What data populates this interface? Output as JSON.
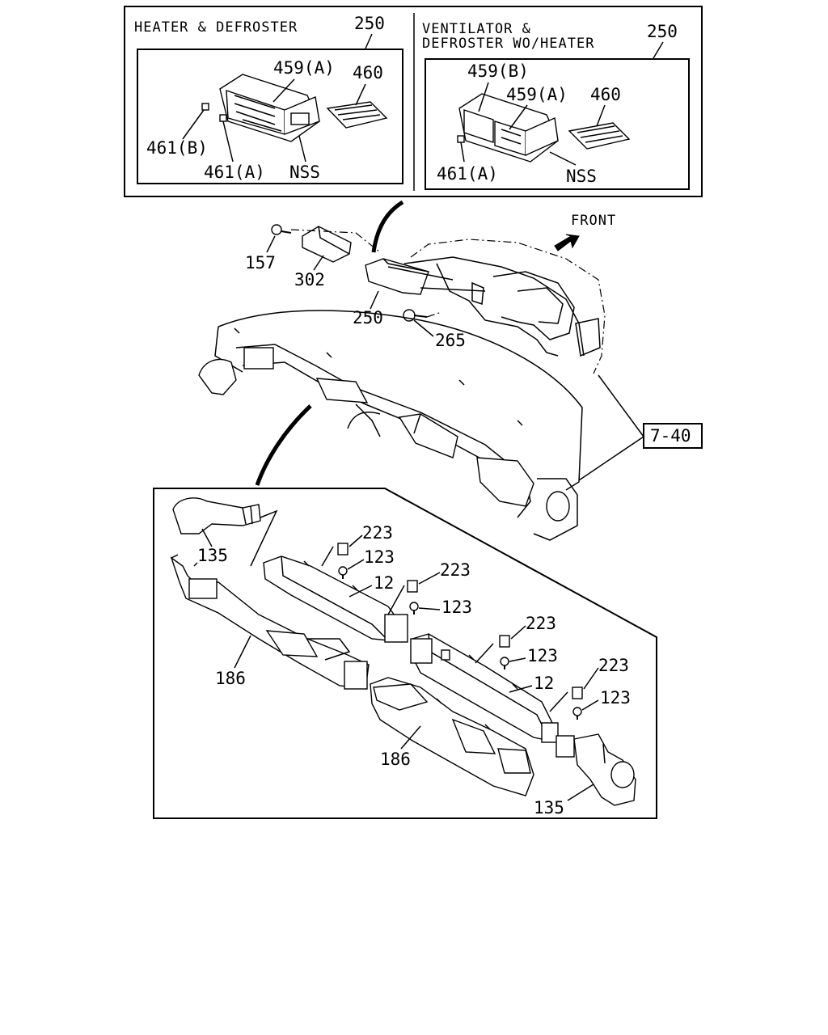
{
  "inset_left": {
    "title": "HEATER & DEFROSTER",
    "ref": "250",
    "parts": [
      "459(A)",
      "460",
      "461(B)",
      "461(A)",
      "NSS"
    ]
  },
  "inset_right": {
    "title_line1": "VENTILATOR &",
    "title_line2": "DEFROSTER WO/HEATER",
    "ref": "250",
    "parts": [
      "459(B)",
      "459(A)",
      "460",
      "461(A)",
      "NSS"
    ]
  },
  "main": {
    "front_label": "FRONT",
    "ref_box": "7-40",
    "labels": {
      "p157": "157",
      "p302": "302",
      "p250": "250",
      "p265": "265"
    }
  },
  "detail": {
    "labels": {
      "p135a": "135",
      "p223a": "223",
      "p123a": "123",
      "p12a": "12",
      "p223b": "223",
      "p123b": "123",
      "p186a": "186",
      "p223c": "223",
      "p123c": "123",
      "p12b": "12",
      "p223d": "223",
      "p123d": "123",
      "p186b": "186",
      "p135b": "135"
    }
  }
}
